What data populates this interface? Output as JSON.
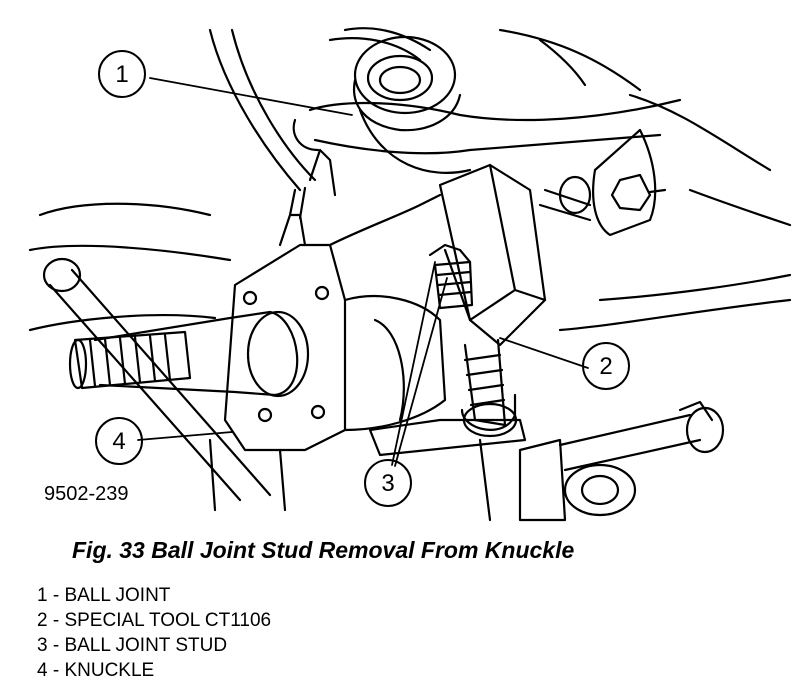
{
  "figure_code": "9502-239",
  "caption": "Fig. 33 Ball Joint Stud Removal From Knuckle",
  "callouts": [
    "1",
    "2",
    "3",
    "4"
  ],
  "legend": [
    "1 - BALL JOINT",
    "2 - SPECIAL TOOL CT1106",
    "3 - BALL JOINT STUD",
    "4 - KNUCKLE"
  ]
}
